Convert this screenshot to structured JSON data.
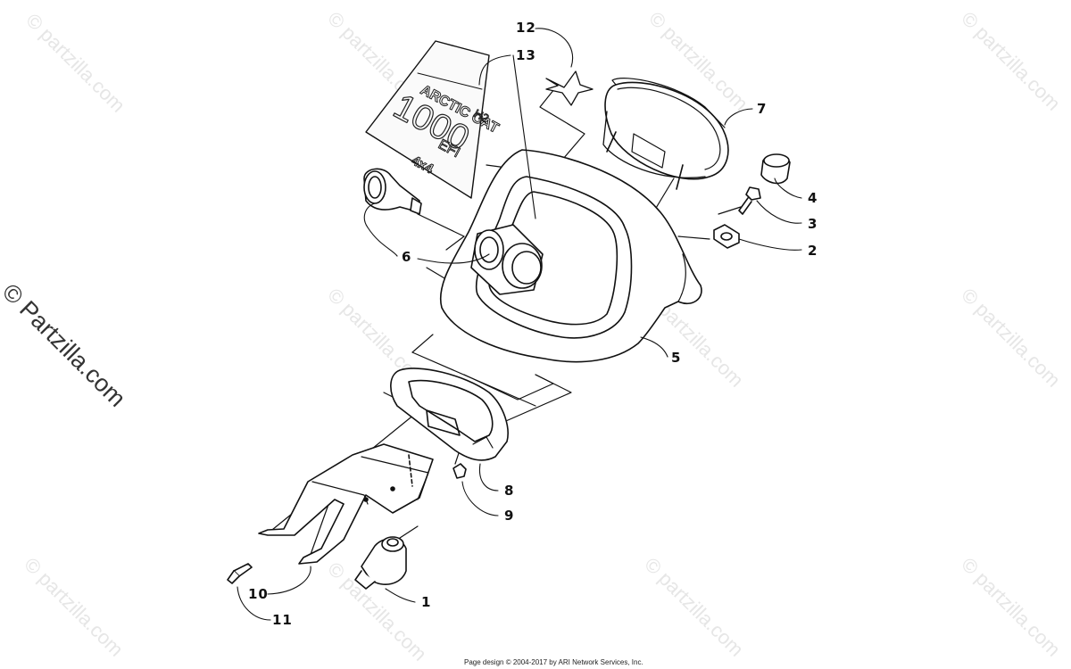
{
  "watermark": {
    "text": "© partzilla.com"
  },
  "side_watermark": {
    "text": "© Partzilla.com"
  },
  "decal": {
    "brand": "ARCTIC CAT",
    "model": "1000",
    "sub": "H2",
    "efi": "EFI",
    "drive": "4x4"
  },
  "callouts": [
    "12",
    "13",
    "7",
    "4",
    "3",
    "2",
    "6",
    "5",
    "8",
    "9",
    "10",
    "11",
    "1"
  ],
  "footer": {
    "text": "Page design © 2004-2017 by ARI Network Services, Inc."
  }
}
